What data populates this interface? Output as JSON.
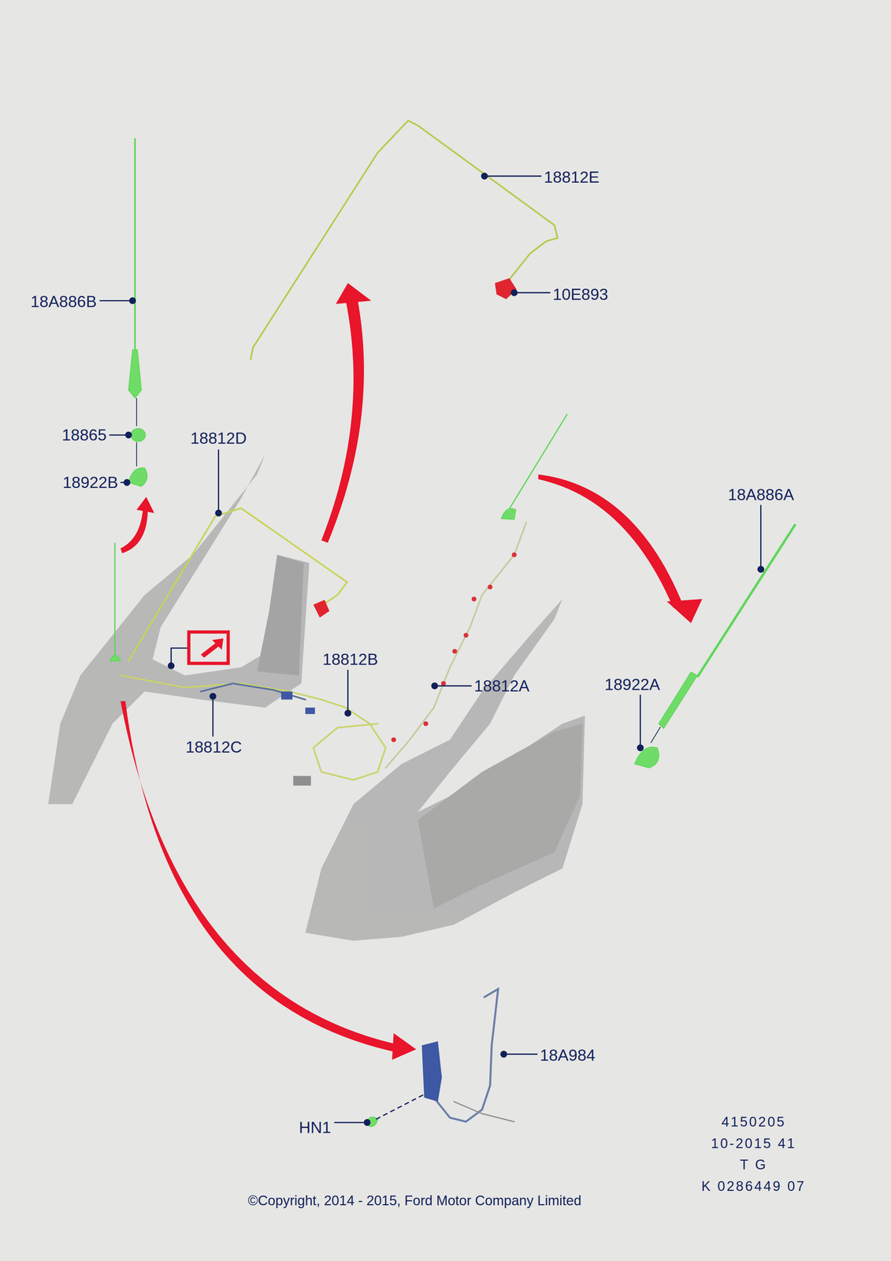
{
  "diagram": {
    "caption": "©Copyright, 2014 - 2015, Ford Motor Company Limited",
    "labels": [
      "18812E",
      "18A886B",
      "10E893",
      "18865",
      "18812D",
      "18922B",
      "18A886A",
      "18812B",
      "18812A",
      "18922A",
      "18812C",
      "18A984",
      "HN1",
      "4150205",
      "10-2015 41",
      "T G",
      "K 0286449 07"
    ]
  }
}
